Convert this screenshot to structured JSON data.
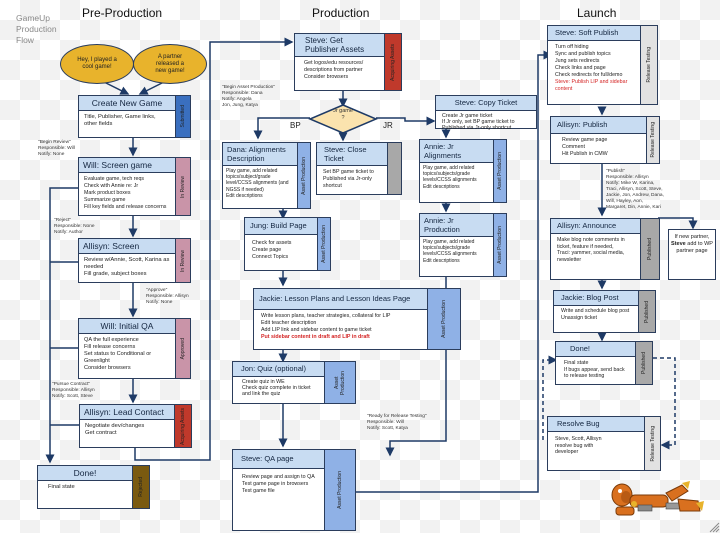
{
  "diagram_title": [
    "GameUp",
    "Production",
    "Flow"
  ],
  "columns": {
    "pre_production": "Pre-Production",
    "production": "Production",
    "launch": "Launch"
  },
  "start_events": [
    "Hey, I played a cool game!",
    "A partner released a new game!"
  ],
  "nodes": {
    "create_new_game": {
      "title": "Create New Game",
      "body": [
        "Title, Publisher, Game links, other fields"
      ],
      "status": "Submitted"
    },
    "will_screen_game": {
      "title": "Will: Screen game",
      "body": [
        "Evaluate game, tech reqs",
        "Check with Annie re: Jr",
        "Mark product boxes",
        "Summarize game",
        "Fill key fields and release concerns"
      ],
      "status": "In Review"
    },
    "allisyn_screen": {
      "title": "Allisyn: Screen",
      "body": [
        "Review w/Annie, Scott, Karina as needed",
        "Fill grade, subject boxes"
      ],
      "status": "In Review"
    },
    "will_initial_qa": {
      "title": "Will: Initial QA",
      "body": [
        "QA the full experience",
        "Fill release concerns",
        "Set status to Conditional or Greenlight",
        "Consider browsers"
      ],
      "status": "Approved"
    },
    "allisyn_lead_contact": {
      "title": "Allisyn: Lead Contact",
      "body": [
        "Negotiate dev/changes",
        "Get contract"
      ],
      "status": "Acquiring Assets"
    },
    "done_rejected": {
      "title": "Done!",
      "body": [
        "Final state"
      ],
      "status": "Rejected"
    },
    "steve_get_assets": {
      "title": "Steve: Get Publisher Assets",
      "body": [
        "Get logos/edu resources/ descriptions from partner",
        "Consider browsers"
      ],
      "status": "Acquiring Assets"
    },
    "dana_alignments": {
      "title": "Dana: Alignments Description",
      "body": [
        "Play game, add related topics/subject/grade level/CCSS alignments (and NGSS if needed)",
        "Edit descriptions"
      ],
      "status": "Asset Production"
    },
    "steve_close_ticket": {
      "title": "Steve: Close Ticket",
      "body": [
        "Set BP game ticket to Published via Jr-only shortcut"
      ],
      "status": ""
    },
    "steve_copy_ticket": {
      "title": "Steve: Copy Ticket",
      "body": [
        "Create Jr game ticket",
        "If Jr only, set BP game ticket to Published via Jr-only shortcut"
      ]
    },
    "annie_jr_alignments": {
      "title": "Annie: Jr Alignments",
      "body": [
        "Play game, add related topics/subjects/grade levels/CCSS alignments",
        "Edit descriptions"
      ],
      "status": "Asset Production"
    },
    "annie_jr_production": {
      "title": "Annie: Jr Production",
      "body": [
        "Play game, add related topics/subjects/grade levels/CCSS alignments",
        "Edit descriptions"
      ],
      "status": "Asset Production"
    },
    "jung_build_page": {
      "title": "Jung: Build Page",
      "body": [
        "Check for assets",
        "Create page",
        "Connect Topics"
      ],
      "status": "Asset Production"
    },
    "jackie_lesson_plans": {
      "title": "Jackie: Lesson Plans and Lesson Ideas Page",
      "body": [
        "Write lesson plans, teacher strategies, collateral for LIP",
        "Edit teacher description",
        "Add LIP link and sidebar content to game ticket"
      ],
      "body_alert": "Put sidebar content in draft and LIP in draft",
      "status": "Asset Production"
    },
    "jon_quiz": {
      "title": "Jon: Quiz (optional)",
      "body": [
        "Create quiz in WE",
        "Check quiz complete in ticket and link the quiz"
      ],
      "status": "Asset Production"
    },
    "steve_qa_page": {
      "title": "Steve: QA page",
      "body": [
        "Review page and assign to QA",
        "Test game page in browsers",
        "Test game file"
      ],
      "status": "Asset Production"
    },
    "steve_soft_publish": {
      "title": "Steve: Soft Publish",
      "body": [
        "Turn off hiding",
        "Sync and publish topics",
        "Jung sets redirects",
        "Check links and page",
        "Check redirects for full/demo"
      ],
      "body_alert": "Steve: Publish LIP and sidebar content",
      "status": "Release Testing"
    },
    "allisyn_publish": {
      "title": "Allisyn: Publish",
      "body": [
        "Review game page",
        "Comment",
        "Hit Publish in CMW"
      ],
      "status": "Release Testing"
    },
    "allisyn_announce": {
      "title": "Allisyn: Announce",
      "body": [
        "Make blog note comments in ticket, feature if needed,",
        "Traci: yammer, social media, newsletter"
      ],
      "status": "Published"
    },
    "jackie_blog_post": {
      "title": "Jackie: Blog Post",
      "body": [
        "Write and schedule blog post",
        "Unassign ticket"
      ],
      "status": "Published"
    },
    "done_published": {
      "title": "Done!",
      "body": [
        "Final state",
        "If bugs appear, send back to release testing"
      ],
      "status": "Published"
    },
    "resolve_bug": {
      "title": "Resolve Bug",
      "body": [
        "Steve, Scott, Allisyn resolve bug with developer"
      ],
      "status": "Release Testing"
    }
  },
  "partner_note": {
    "pre": "If new partner,",
    "bold": "Steve",
    "post": "add to WP partner page"
  },
  "decision": {
    "label": "Jr game ?",
    "left_branch": "BP",
    "right_branch": "JR"
  },
  "transition_notes": {
    "begin_review": [
      "\"Begin Review\"",
      "Responsible: Will",
      "Notify: None"
    ],
    "reject": [
      "\"Reject\"",
      "Responsible: None",
      "Notify: Author"
    ],
    "approve": [
      "\"Approve\"",
      "Responsible: Allisyn",
      "Notify: None"
    ],
    "pursue_contract": [
      "\"Pursue Contract\"",
      "Responsible: Allisyn",
      "Notify: Scott, Steve"
    ],
    "begin_asset_production": [
      "\"Begin Asset Production\"",
      "Responsible: Dana",
      "Notify: Angela",
      "Jon, Jung, Katya"
    ],
    "ready_release_testing": [
      "\"Ready for Release Testing\"",
      "Responsible: Will",
      "Notify: Scott, Katya"
    ],
    "publish": [
      "\"Publish\"",
      "Responsible: Allisyn",
      "Notify: Mike W, Karina,",
      "Traci, Allisyn, Scott, Steve,",
      "Jackie, Jon, Andrew, Dana,",
      "Will, Hayley, Aon,",
      "Margaret, Din, Annie, Kari"
    ]
  },
  "colors": {
    "submitted": "#3a6fbf",
    "in_review": "#c994a8",
    "acquiring_assets": "#c0392b",
    "rejected": "#7a5a10",
    "asset_production": "#8fb1e6",
    "published": "#a8a8a8",
    "release_testing": "#e2e2e2",
    "header_fill": "#c8dcf2",
    "start_event": "#e8b32c",
    "alert_text": "#d42424"
  },
  "mascot": "robot-mascot-lying-down"
}
